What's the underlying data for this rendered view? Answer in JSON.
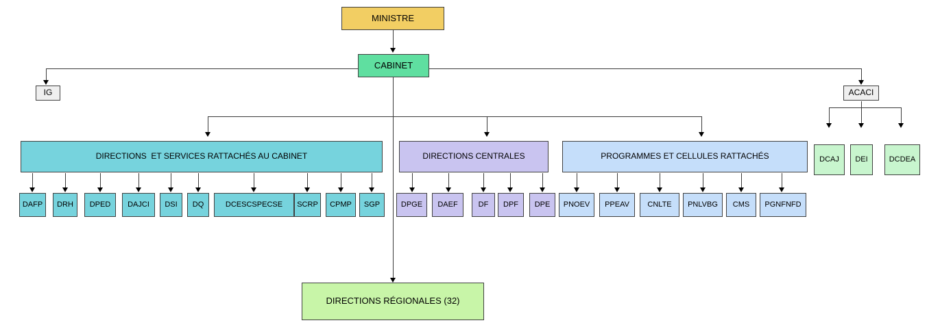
{
  "diagram": {
    "title_top": "MINISTRE",
    "cabinet": "CABINET",
    "ig": "IG",
    "acaci": "ACACI",
    "regionales": "DIRECTIONS RÉGIONALES (32)",
    "sections": {
      "cabinet_services": "DIRECTIONS  ET SERVICES RATTACHÉS AU CABINET",
      "centrales": "DIRECTIONS CENTRALES",
      "programmes": "PROGRAMMES ET CELLULES RATTACHÉS"
    },
    "cabinet_services_children": [
      "DAFP",
      "DRH",
      "DPED",
      "DAJCI",
      "DSI",
      "DQ",
      "DCESCSPECSE",
      "SCRP",
      "CPMP",
      "SGP"
    ],
    "centrales_children": [
      "DPGE",
      "DAEF",
      "DF",
      "DPF",
      "DPE"
    ],
    "programmes_children": [
      "PNOEV",
      "PPEAV",
      "CNLTE",
      "PNLVBG",
      "CMS",
      "PGNFNFD"
    ],
    "acaci_children": [
      "DCAJ",
      "DEI",
      "DCDEA"
    ],
    "colors": {
      "ministre": "#F2CE63",
      "cabinet": "#5FDFA0",
      "plain": "#EFEFEF",
      "teal": "#76D3DD",
      "purple": "#C9C4F0",
      "blue": "#C5DEFA",
      "mint": "#C8F5CE",
      "regionales": "#C8F5A8",
      "stroke": "#404040"
    }
  }
}
